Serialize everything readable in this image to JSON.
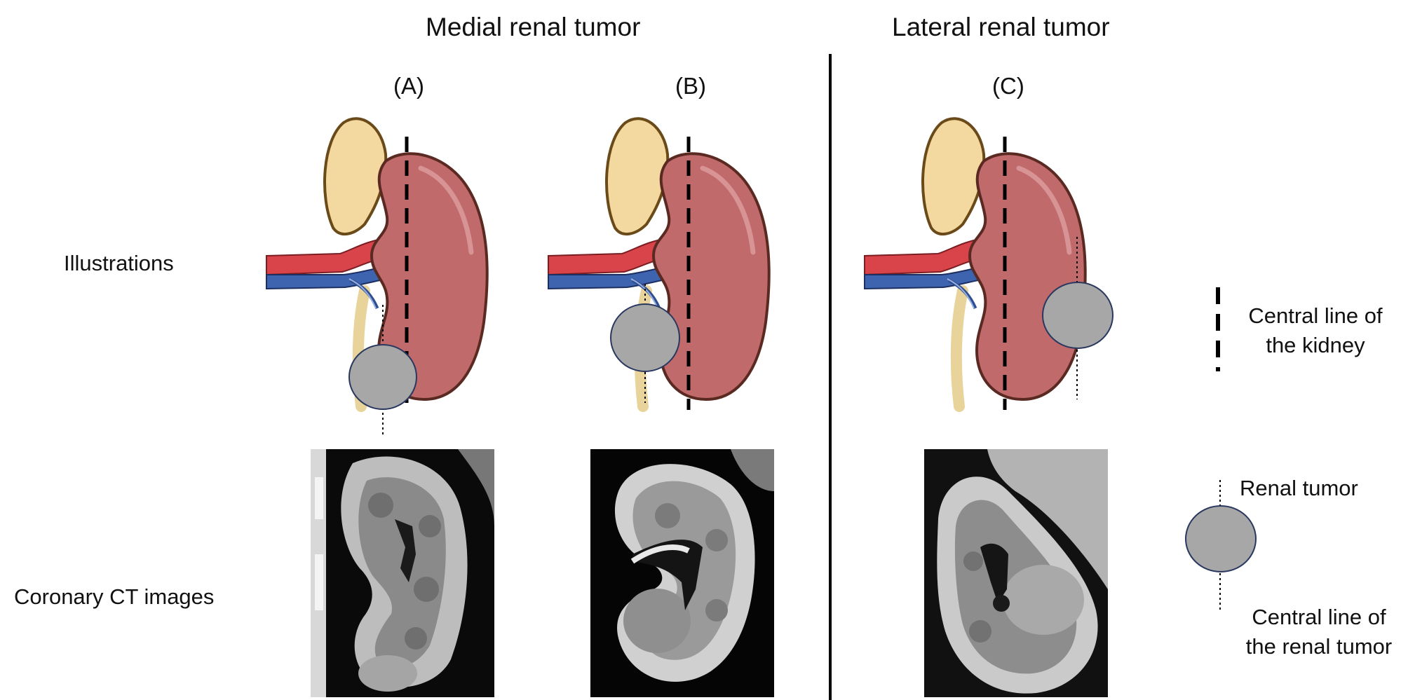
{
  "headings": {
    "medial": "Medial renal tumor",
    "lateral": "Lateral renal tumor"
  },
  "panels": [
    {
      "label": "(A)",
      "tumor_side": "medial",
      "tumor_position": "lower pole"
    },
    {
      "label": "(B)",
      "tumor_side": "medial",
      "tumor_position": "hilum"
    },
    {
      "label": "(C)",
      "tumor_side": "lateral",
      "tumor_position": "lateral border"
    }
  ],
  "rows": {
    "illustrations": "Illustrations",
    "ct": "Coronary CT images"
  },
  "legend": {
    "central_line_kidney": [
      "Central line of",
      "the kidney"
    ],
    "renal_tumor": "Renal tumor",
    "central_line_tumor": [
      "Central line of",
      "the renal tumor"
    ]
  },
  "colors": {
    "kidney": "#c06a6c",
    "adrenal": "#f3d9a0",
    "artery": "#d9434a",
    "vein": "#3e64b0",
    "tumor": "#a7a7a7",
    "outline": "#5a2a22"
  }
}
